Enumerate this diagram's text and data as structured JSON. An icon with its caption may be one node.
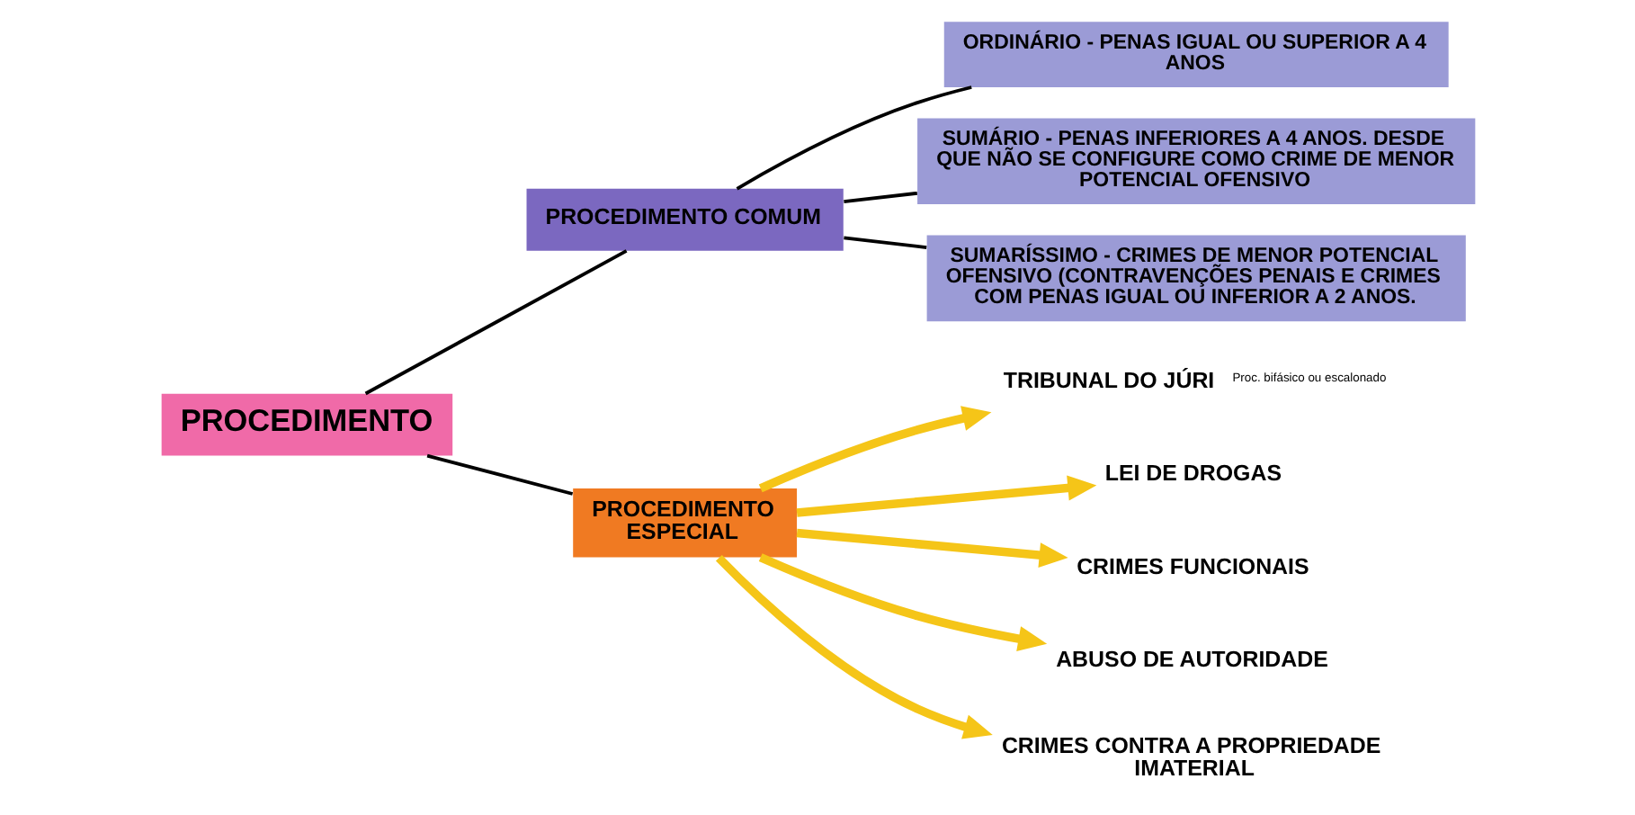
{
  "diagram": {
    "nodes": [
      {
        "text": [
          "PROCEDIMENTO"
        ]
      },
      {
        "text": [
          "PROCEDIMENTO COMUM"
        ]
      },
      {
        "text": [
          "ORDINÁRIO - PENAS IGUAL OU SUPERIOR A 4 ANOS"
        ]
      },
      {
        "text": [
          "SUMÁRIO - PENAS INFERIORES A 4 ANOS. DESDE QUE NÃO SE CONFIGURE COMO CRIME DE MENOR POTENCIAL OFENSIVO"
        ]
      },
      {
        "text": [
          "SUMARÍSSIMO - CRIMES DE MENOR POTENCIAL OFENSIVO (CONTRAVENÇÕES PENAIS E CRIMES COM PENAS IGUAL OU INFERIOR A 2 ANOS."
        ]
      },
      {
        "text": [
          "PROCEDIMENTO ESPECIAL"
        ]
      },
      {
        "text": [
          "TRIBUNAL DO JÚRI"
        ],
        "beside": [
          "Proc. bifásico ou escalonado"
        ]
      },
      {
        "text": [
          "LEI DE DROGAS"
        ]
      },
      {
        "text": [
          "CRIMES FUNCIONAIS"
        ]
      },
      {
        "text": [
          "ABUSO DE AUTORIDADE"
        ]
      },
      {
        "text": [
          "CRIMES CONTRA A PROPRIEDADE IMATERIAL"
        ]
      }
    ],
    "edges": [
      {
        "from": 0,
        "to": 1,
        "arrow": "none"
      },
      {
        "from": 0,
        "to": 5,
        "arrow": "none"
      },
      {
        "from": 1,
        "to": 2,
        "arrow": "none"
      },
      {
        "from": 1,
        "to": 3,
        "arrow": "none"
      },
      {
        "from": 1,
        "to": 4,
        "arrow": "none"
      },
      {
        "from": 5,
        "to": 6,
        "arrow": "to",
        "style": "thick",
        "color": "#f5c518"
      },
      {
        "from": 5,
        "to": 7,
        "arrow": "to",
        "style": "thick",
        "color": "#f5c518"
      },
      {
        "from": 5,
        "to": 8,
        "arrow": "to",
        "style": "thick",
        "color": "#f5c518"
      },
      {
        "from": 5,
        "to": 9,
        "arrow": "to",
        "style": "thick",
        "color": "#f5c518"
      },
      {
        "from": 5,
        "to": 10,
        "arrow": "to",
        "style": "thick",
        "color": "#f5c518"
      }
    ]
  }
}
